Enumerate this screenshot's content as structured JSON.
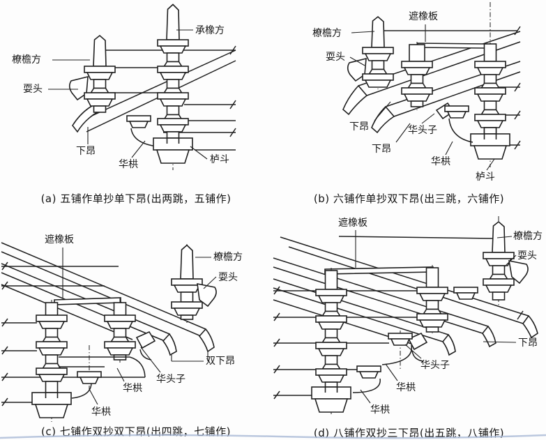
{
  "figure": {
    "ink_color": "#1f1f1f",
    "watermark_color": "#a9b9d6",
    "panels": [
      {
        "id": "a",
        "caption": "(a) 五铺作单抄单下昂(出两跳，五铺作)",
        "labels": {
          "chengxiangfang": "承橡方",
          "liaoyanfang": "橑檐方",
          "shuatou": "耍头",
          "xiaang": "下昂",
          "huagong": "华栱",
          "ludou": "栌斗"
        }
      },
      {
        "id": "b",
        "caption": "(b) 六铺作单抄双下昂(出三跳，六铺作)",
        "labels": {
          "zhexiangban": "遮橡板",
          "liaoyanfang": "橑檐方",
          "shuatou": "耍头",
          "xiaang_upper": "下昂",
          "xiaang_lower": "下昂",
          "huatouzi": "华头子",
          "huagong": "华栱",
          "ludou": "栌斗"
        }
      },
      {
        "id": "c",
        "caption": "(c) 七铺作双抄双下昂(出四跳，七铺作)",
        "labels": {
          "zhexiangban": "遮橡板",
          "liaoyanfang": "橑檐方",
          "shuatou": "耍头",
          "shuangxiaang": "双下昂",
          "huatouzi": "华头子",
          "huagong_upper": "华栱",
          "huagong_lower": "华栱"
        }
      },
      {
        "id": "d",
        "caption": "(d) 八铺作双抄三下昂(出五跳，八铺作)",
        "labels": {
          "zhexiangban": "遮橡板",
          "liaoyanfang": "橑檐方",
          "shuatou": "耍头",
          "xiaang": "下昂",
          "huatouzi": "华头子",
          "huagong_upper": "华栱",
          "huagong_lower": "华栱"
        }
      }
    ]
  }
}
